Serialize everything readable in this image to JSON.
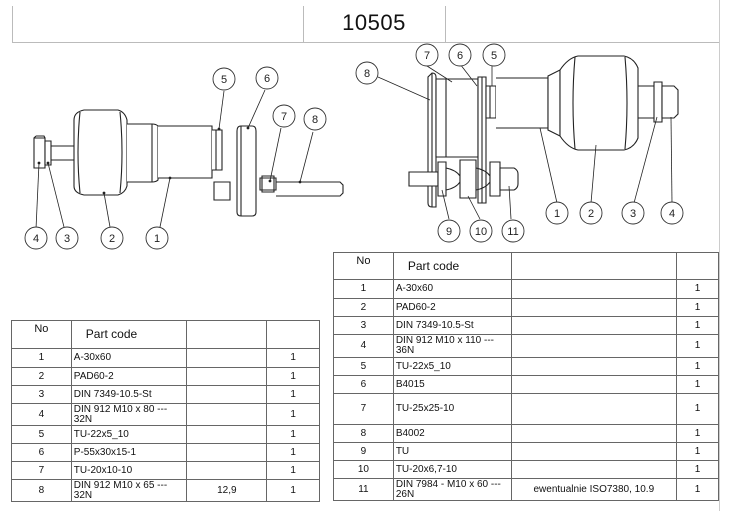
{
  "drawing_number": "10505",
  "left_assembly": {
    "balloons": [
      "1",
      "2",
      "3",
      "4",
      "5",
      "6",
      "7",
      "8"
    ]
  },
  "right_assembly": {
    "balloons": [
      "1",
      "2",
      "3",
      "4",
      "5",
      "6",
      "7",
      "8",
      "9",
      "10",
      "11"
    ]
  },
  "left_table": {
    "headers": {
      "no": "No",
      "code": "Part code"
    },
    "rows": [
      {
        "no": "1",
        "code": "A-30x60",
        "note": "",
        "qty": "1"
      },
      {
        "no": "2",
        "code": "PAD60-2",
        "note": "",
        "qty": "1"
      },
      {
        "no": "3",
        "code": "DIN 7349-10.5-St",
        "note": "",
        "qty": "1"
      },
      {
        "no": "4",
        "code": "DIN 912 M10 x 80 --- 32N",
        "note": "",
        "qty": "1"
      },
      {
        "no": "5",
        "code": "TU-22x5_10",
        "note": "",
        "qty": "1"
      },
      {
        "no": "6",
        "code": "P-55x30x15-1",
        "note": "",
        "qty": "1"
      },
      {
        "no": "7",
        "code": "TU-20x10-10",
        "note": "",
        "qty": "1"
      },
      {
        "no": "8",
        "code": "DIN 912 M10 x 65 --- 32N",
        "note": "12,9",
        "qty": "1"
      }
    ]
  },
  "right_table": {
    "headers": {
      "no": "No",
      "code": "Part code"
    },
    "rows": [
      {
        "no": "1",
        "code": "A-30x60",
        "note": "",
        "qty": "1"
      },
      {
        "no": "2",
        "code": "PAD60-2",
        "note": "",
        "qty": "1"
      },
      {
        "no": "3",
        "code": "DIN 7349-10.5-St",
        "note": "",
        "qty": "1"
      },
      {
        "no": "4",
        "code": "DIN 912 M10 x 110 --- 36N",
        "note": "",
        "qty": "1"
      },
      {
        "no": "5",
        "code": "TU-22x5_10",
        "note": "",
        "qty": "1"
      },
      {
        "no": "6",
        "code": "B4015",
        "note": "",
        "qty": "1"
      },
      {
        "no": "7",
        "code": "TU-25x25-10",
        "note": "",
        "qty": "1"
      },
      {
        "no": "8",
        "code": "B4002",
        "note": "",
        "qty": "1"
      },
      {
        "no": "9",
        "code": "TU",
        "note": "",
        "qty": "1"
      },
      {
        "no": "10",
        "code": "TU-20x6,7-10",
        "note": "",
        "qty": "1"
      },
      {
        "no": "11",
        "code": "DIN 7984 - M10 x 60 --- 26N",
        "note": "ewentualnie ISO7380, 10.9",
        "qty": "1"
      }
    ]
  }
}
